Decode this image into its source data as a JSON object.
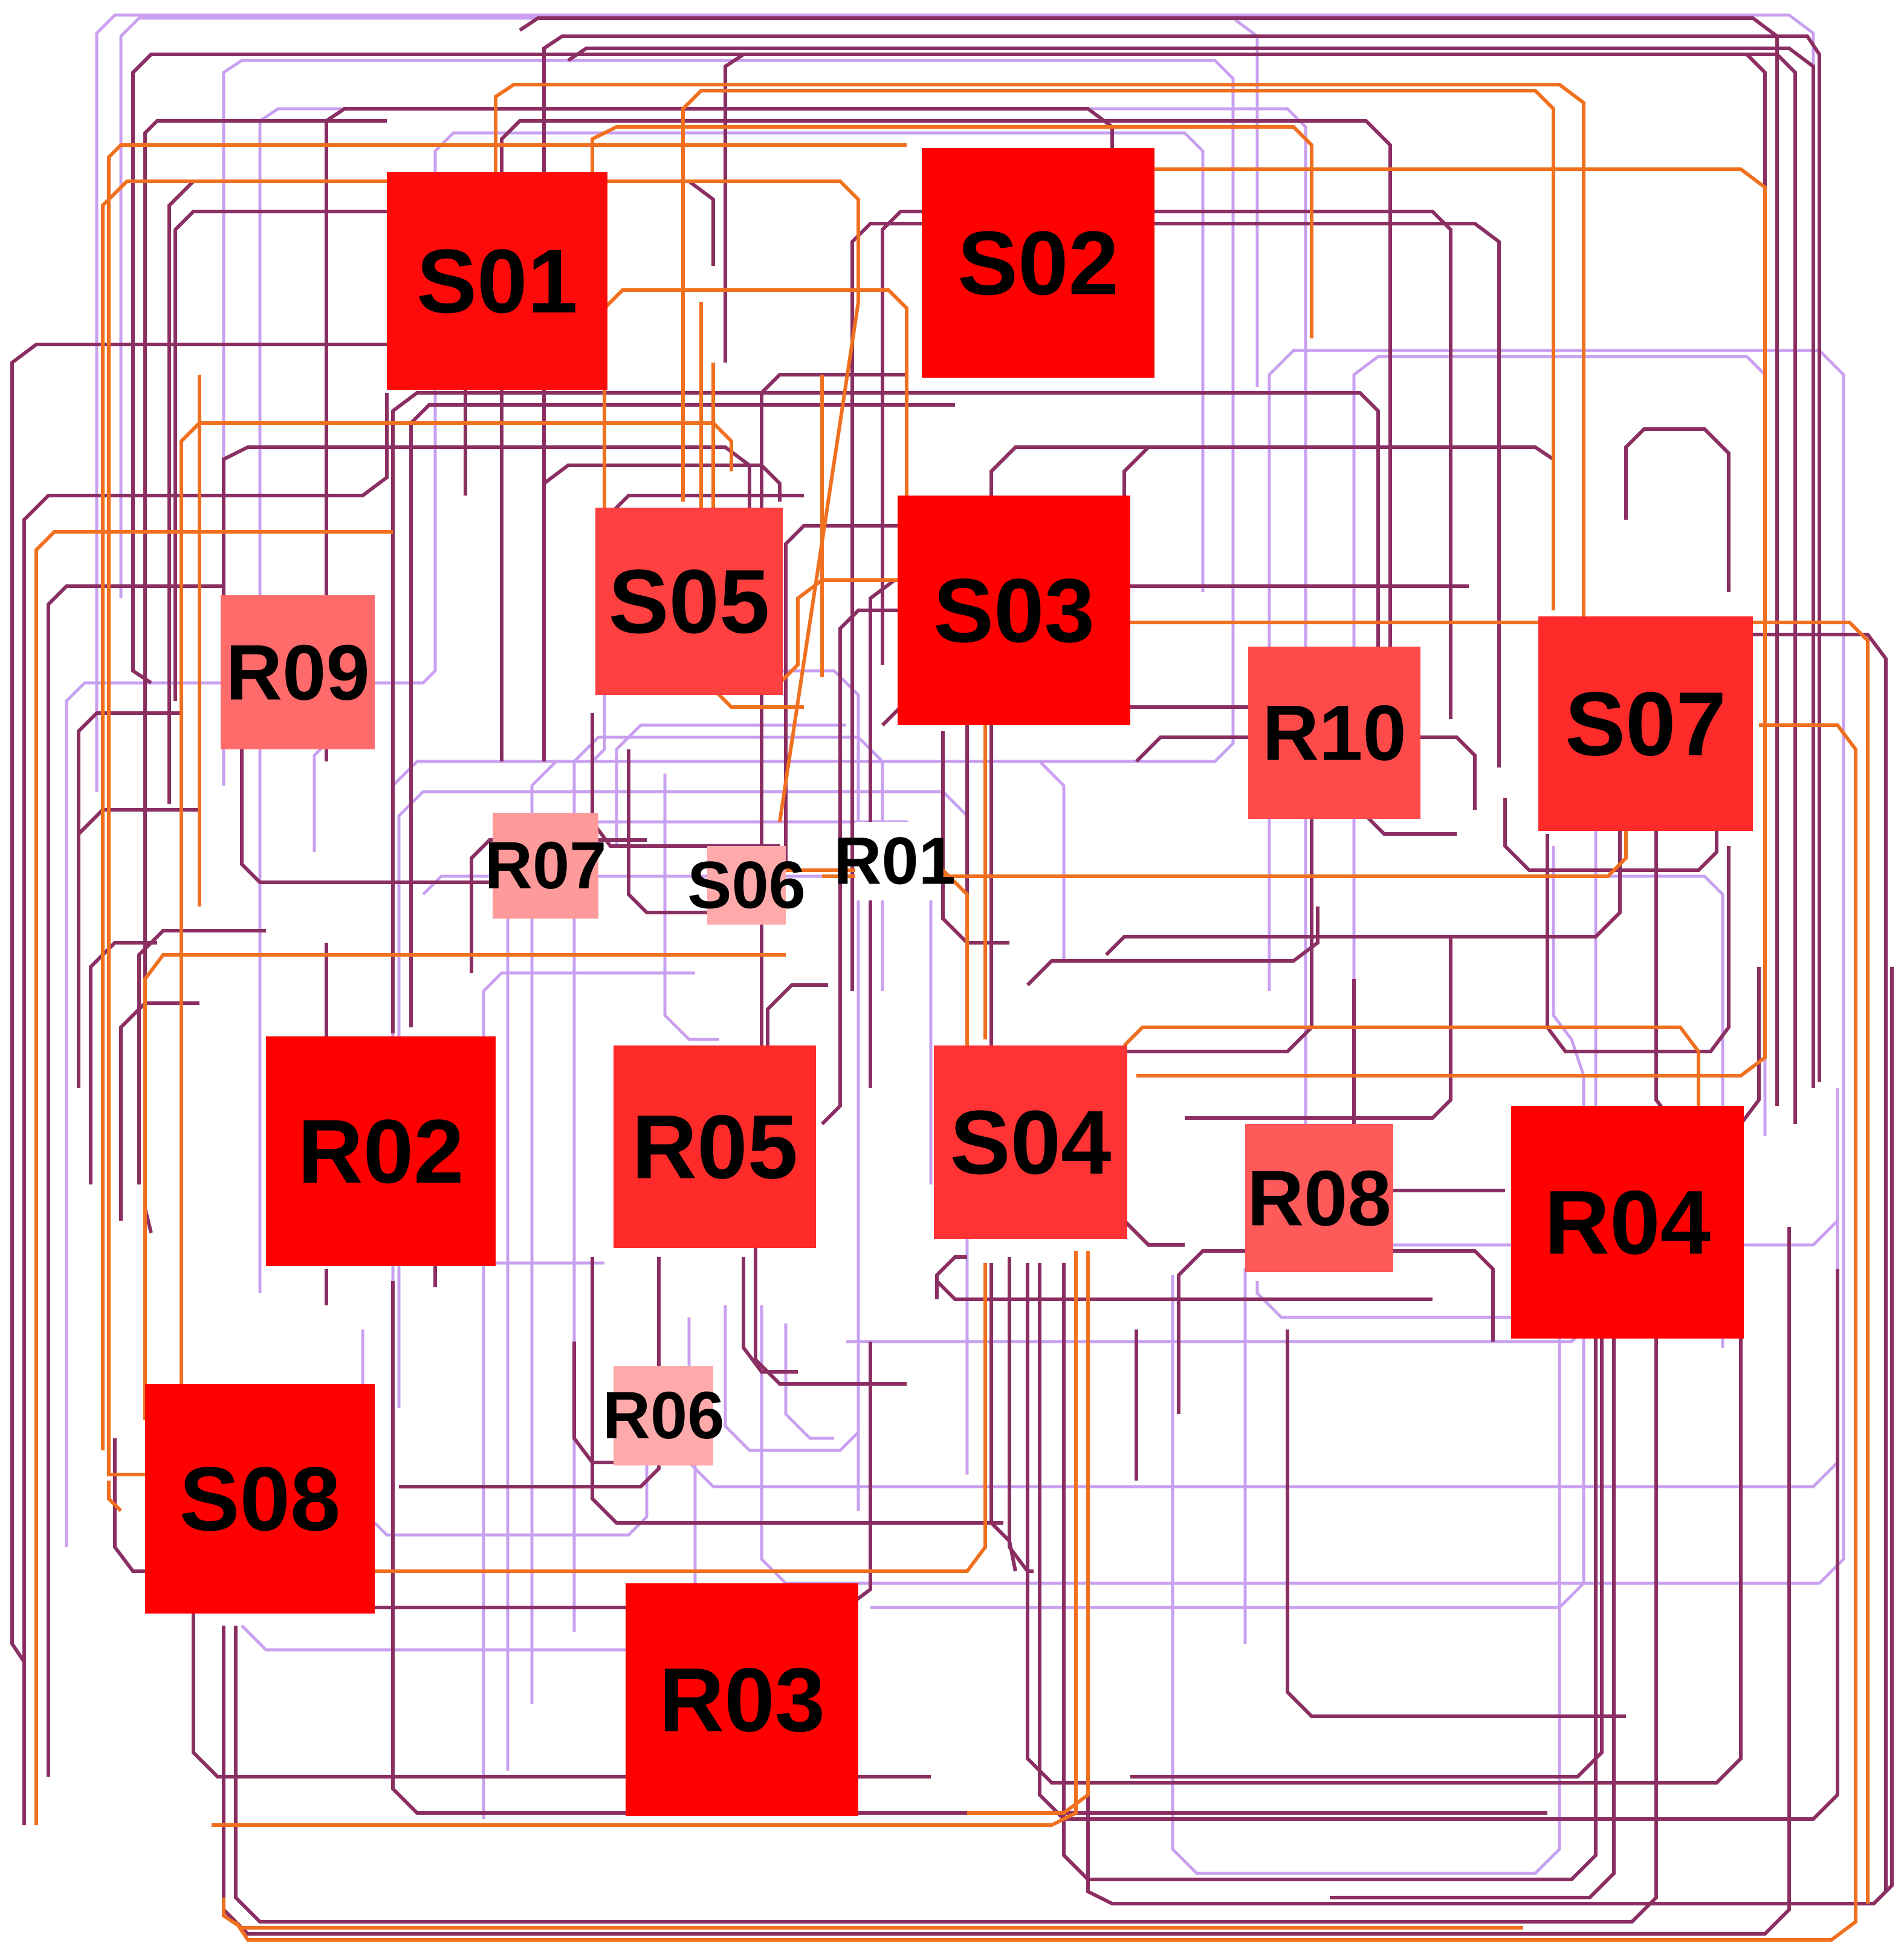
{
  "colors": {
    "background": "#ffffff",
    "edge_dark": "#8b2f63",
    "edge_light": "#c9a0f0",
    "edge_orange": "#f07020",
    "label": "#000000"
  },
  "nodes": [
    {
      "id": "S01",
      "label": "S01",
      "fill": "#ff0a0a"
    },
    {
      "id": "S02",
      "label": "S02",
      "fill": "#ff0000"
    },
    {
      "id": "S03",
      "label": "S03",
      "fill": "#ff0000"
    },
    {
      "id": "S04",
      "label": "S04",
      "fill": "#ff3333"
    },
    {
      "id": "S05",
      "label": "S05",
      "fill": "#ff4040"
    },
    {
      "id": "S06",
      "label": "S06",
      "fill": "#ffaaaa"
    },
    {
      "id": "S07",
      "label": "S07",
      "fill": "#ff2a2a"
    },
    {
      "id": "S08",
      "label": "S08",
      "fill": "#ff0000"
    },
    {
      "id": "R01",
      "label": "R01",
      "fill": "#ffffff"
    },
    {
      "id": "R02",
      "label": "R02",
      "fill": "#ff0000"
    },
    {
      "id": "R03",
      "label": "R03",
      "fill": "#ff0000"
    },
    {
      "id": "R04",
      "label": "R04",
      "fill": "#ff0000"
    },
    {
      "id": "R05",
      "label": "R05",
      "fill": "#ff2a2a"
    },
    {
      "id": "R06",
      "label": "R06",
      "fill": "#ffaaaa"
    },
    {
      "id": "R07",
      "label": "R07",
      "fill": "#ff9a9a"
    },
    {
      "id": "R08",
      "label": "R08",
      "fill": "#ff5a5a"
    },
    {
      "id": "R09",
      "label": "R09",
      "fill": "#ff6a6a"
    },
    {
      "id": "R10",
      "label": "R10",
      "fill": "#ff4a4a"
    }
  ]
}
